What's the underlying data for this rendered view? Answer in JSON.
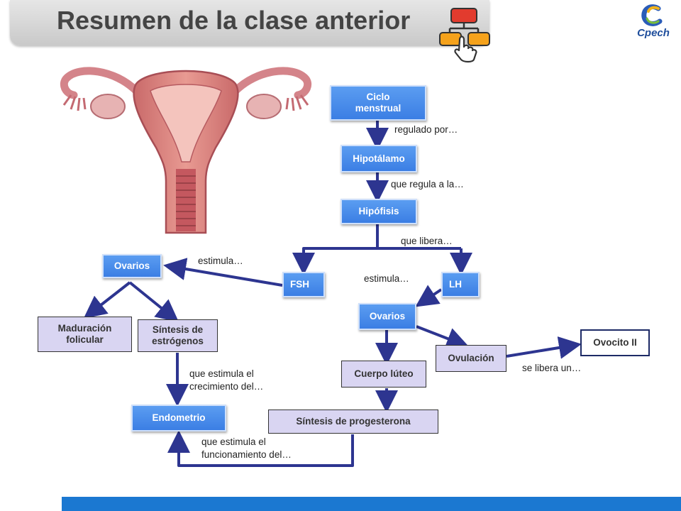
{
  "header": {
    "title": "Resumen de la clase anterior",
    "icon": "flowchart-click-icon",
    "logo_text": "Cpech"
  },
  "colors": {
    "arrow": "#2d3590",
    "node_blue": "#3b7ee4",
    "node_lavender": "#d9d5f2",
    "footer": "#1b78d1"
  },
  "nodes": {
    "ciclo": "Ciclo menstrual",
    "hipotalamo": "Hipotálamo",
    "hipofisis": "Hipófisis",
    "fsh": "FSH",
    "lh": "LH",
    "ovarios_left": "Ovarios",
    "ovarios_center": "Ovarios",
    "maduracion": "Maduración folicular",
    "sintesis_estrogenos": "Síntesis de estrógenos",
    "endometrio": "Endometrio",
    "cuerpo_luteo": "Cuerpo lúteo",
    "ovulacion": "Ovulación",
    "ovocito": "Ovocito II",
    "sintesis_progesterona": "Síntesis de progesterona"
  },
  "labels": {
    "regulado": "regulado por…",
    "regula": "que regula a la…",
    "libera": "que libera…",
    "estimula_left": "estimula…",
    "estimula_center": "estimula…",
    "estimula_crecimiento": "que estimula el crecimiento del…",
    "estimula_funcionamiento": "que estimula el funcionamiento del…",
    "se_libera": "se libera un…"
  }
}
